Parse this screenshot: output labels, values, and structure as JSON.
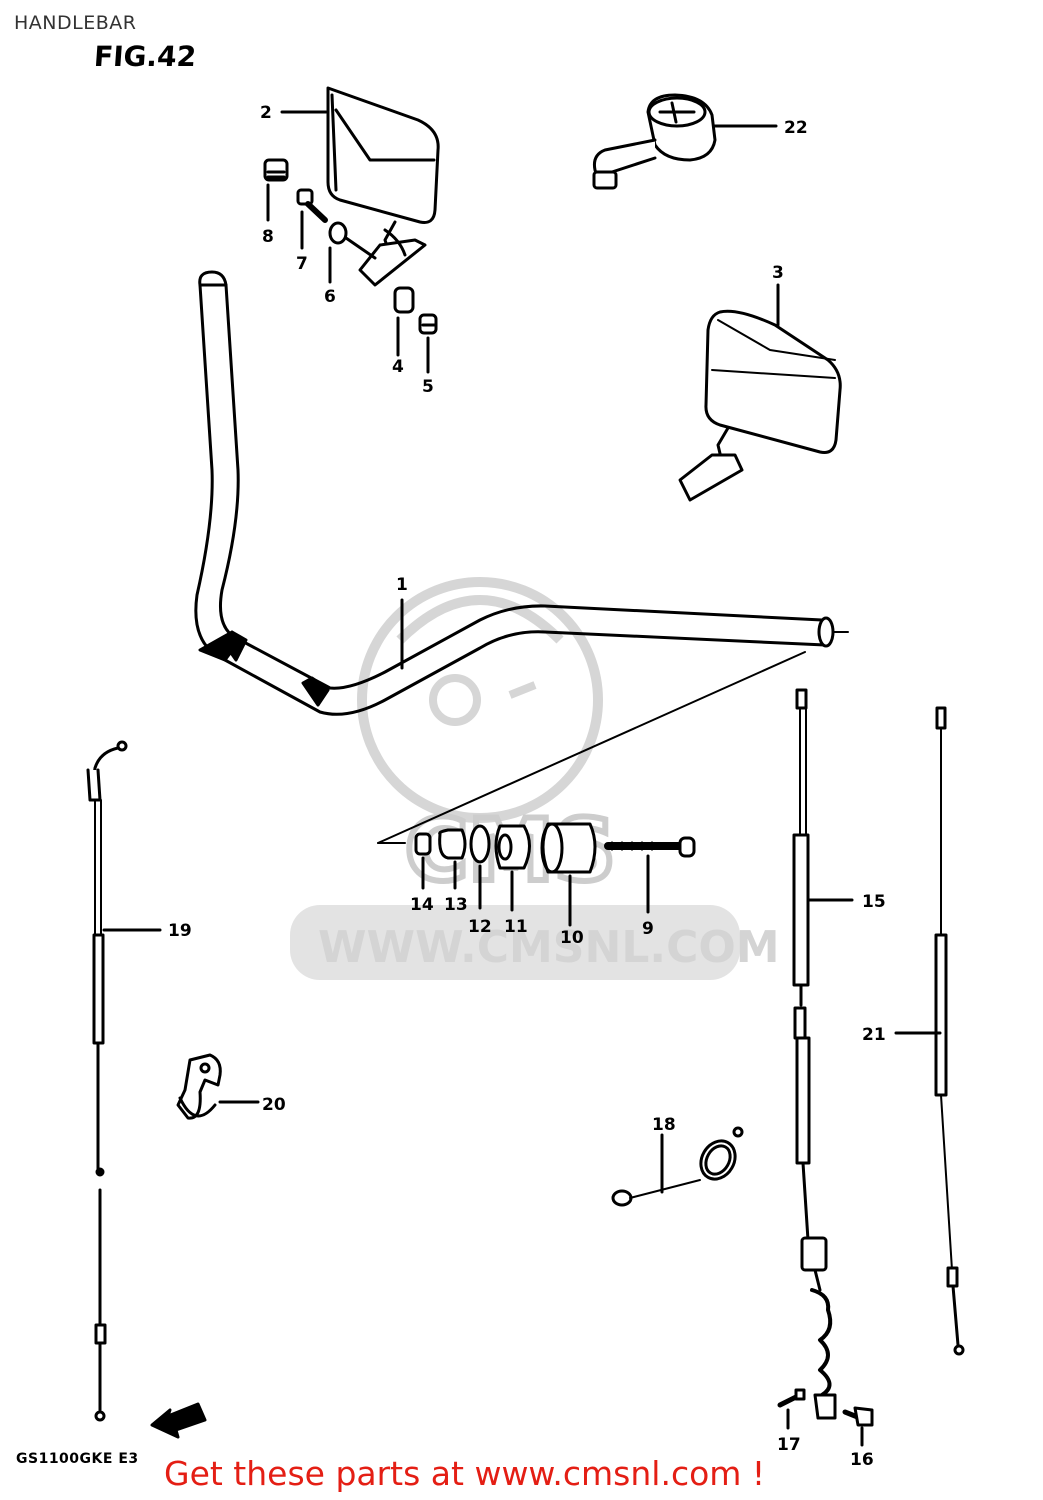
{
  "header": {
    "title": "HANDLEBAR",
    "figure": "FIG.42"
  },
  "watermark": {
    "url": "WWW.CMSNL.COM",
    "logo": "CMS"
  },
  "footer": {
    "model_code": "GS1100GKE  E3",
    "banner": "Get these parts at www.cmsnl.com !"
  },
  "parts": {
    "p1": "1",
    "p2": "2",
    "p3": "3",
    "p4": "4",
    "p5": "5",
    "p6": "6",
    "p7": "7",
    "p8": "8",
    "p9": "9",
    "p10": "10",
    "p11": "11",
    "p12": "12",
    "p13": "13",
    "p14": "14",
    "p15": "15",
    "p16": "16",
    "p17": "17",
    "p18": "18",
    "p19": "19",
    "p20": "20",
    "p21": "21",
    "p22": "22"
  },
  "colors": {
    "line": "#000000",
    "watermark": "#cfcfcf",
    "banner": "#e41e14"
  }
}
